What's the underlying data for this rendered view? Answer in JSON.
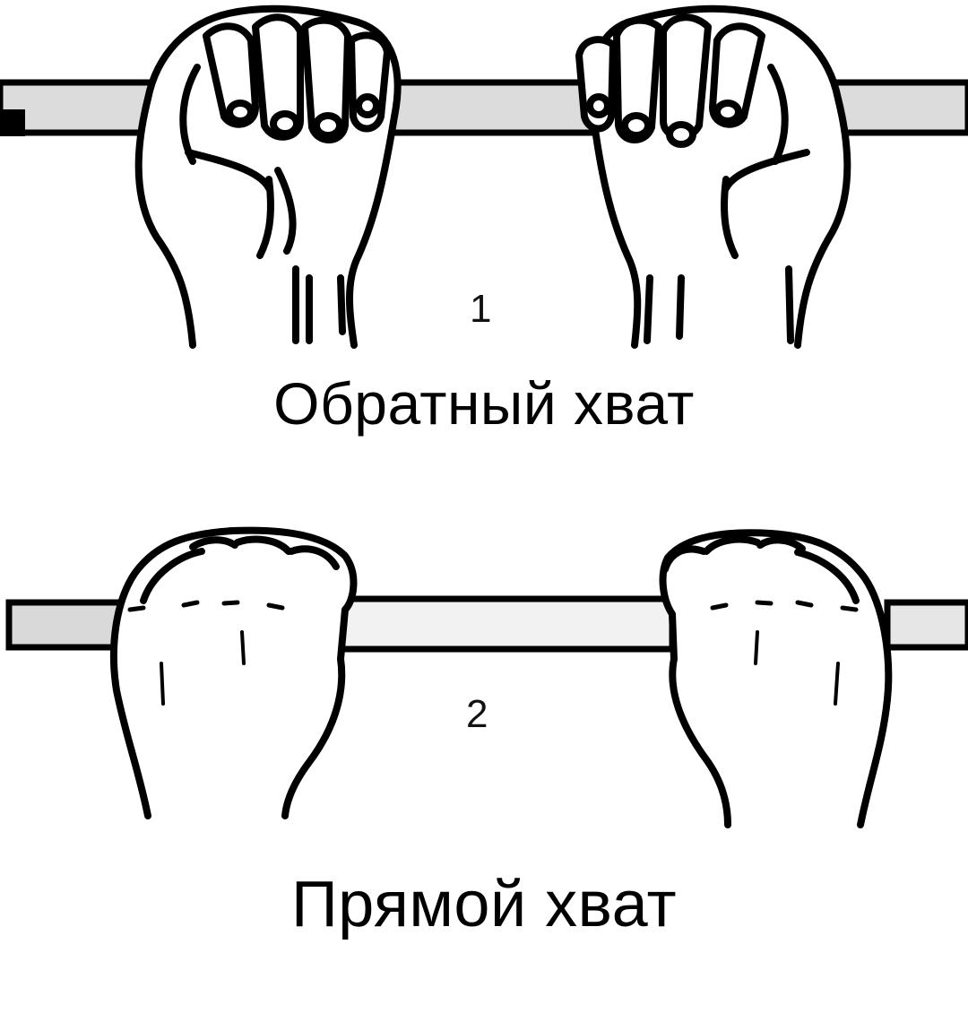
{
  "figures": [
    {
      "number": "1",
      "caption": "Обратный хват",
      "grip": "underhand"
    },
    {
      "number": "2",
      "caption": "Прямой хват",
      "grip": "overhand"
    }
  ],
  "colors": {
    "ink": "#000000",
    "bar_fill": "#d9d9d9",
    "background": "#ffffff"
  }
}
